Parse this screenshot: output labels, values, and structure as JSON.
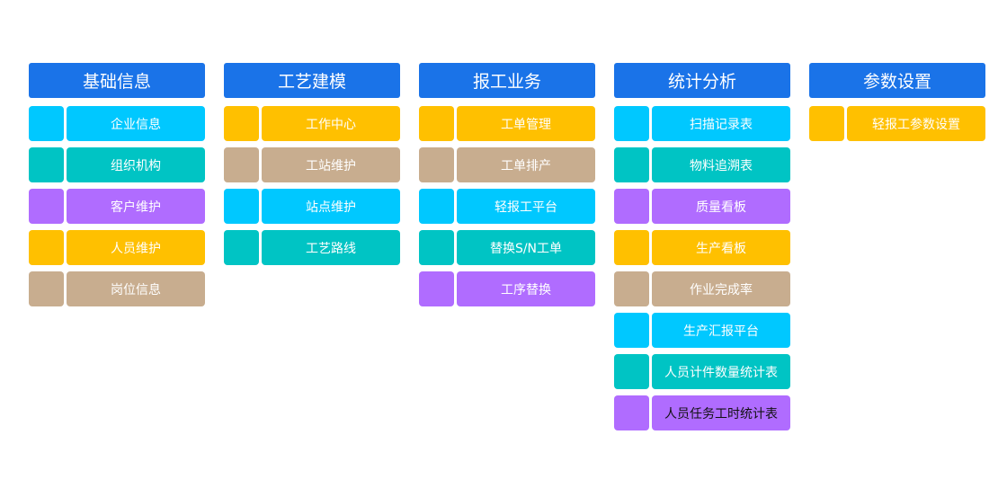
{
  "palette": {
    "header": "#1a73e8",
    "cyan": "#00c8ff",
    "teal": "#00c4c4",
    "purple": "#b06cff",
    "yellow": "#ffc000",
    "tan": "#c8ad8f"
  },
  "columns": [
    {
      "title": "基础信息",
      "items": [
        {
          "label": "企业信息",
          "color": "cyan"
        },
        {
          "label": "组织机构",
          "color": "teal"
        },
        {
          "label": "客户维护",
          "color": "purple"
        },
        {
          "label": "人员维护",
          "color": "yellow"
        },
        {
          "label": "岗位信息",
          "color": "tan"
        }
      ]
    },
    {
      "title": "工艺建模",
      "items": [
        {
          "label": "工作中心",
          "color": "yellow"
        },
        {
          "label": "工站维护",
          "color": "tan"
        },
        {
          "label": "站点维护",
          "color": "cyan"
        },
        {
          "label": "工艺路线",
          "color": "teal"
        }
      ]
    },
    {
      "title": "报工业务",
      "items": [
        {
          "label": "工单管理",
          "color": "yellow"
        },
        {
          "label": "工单排产",
          "color": "tan"
        },
        {
          "label": "轻报工平台",
          "color": "cyan"
        },
        {
          "label": "替换S/N工单",
          "color": "teal"
        },
        {
          "label": "工序替换",
          "color": "purple"
        }
      ]
    },
    {
      "title": "统计分析",
      "items": [
        {
          "label": "扫描记录表",
          "color": "cyan"
        },
        {
          "label": "物料追溯表",
          "color": "teal"
        },
        {
          "label": "质量看板",
          "color": "purple"
        },
        {
          "label": "生产看板",
          "color": "yellow"
        },
        {
          "label": "作业完成率",
          "color": "tan"
        },
        {
          "label": "生产汇报平台",
          "color": "cyan"
        },
        {
          "label": "人员计件数量统计表",
          "color": "teal"
        },
        {
          "label": "人员任务工时统计表",
          "color": "purple",
          "dark": true
        }
      ]
    },
    {
      "title": "参数设置",
      "items": [
        {
          "label": "轻报工参数设置",
          "color": "yellow"
        }
      ]
    }
  ]
}
